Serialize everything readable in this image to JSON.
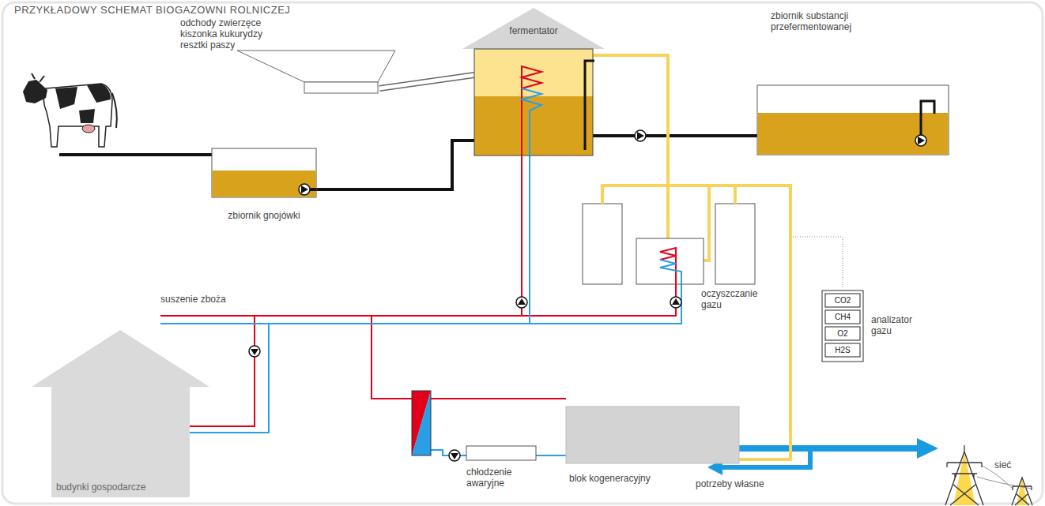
{
  "diagram": {
    "title": "PRZYKŁADOWY SCHEMAT BIOGAZOWNI ROLNICZEJ",
    "nodes": [
      {
        "text": [
          "odchody zwierzęce kiszonka kukurydzy resztki paszy"
        ]
      },
      {
        "text": [
          "fermentator"
        ]
      },
      {
        "text": [
          "zbiornik substancji przefermentowanej"
        ]
      },
      {
        "text": [
          "zbiornik gnojówki"
        ]
      },
      {
        "text": [
          "oczyszczanie gazu"
        ]
      },
      {
        "text": [
          "analizator gazu"
        ]
      },
      {
        "text": [
          "CO2"
        ],
        "in": 5
      },
      {
        "text": [
          "CH4"
        ],
        "in": 5
      },
      {
        "text": [
          "O2"
        ],
        "in": 5
      },
      {
        "text": [
          "H2S"
        ],
        "in": 5
      },
      {
        "text": [
          "budynki gospodarcze"
        ]
      },
      {
        "text": [
          "chłodzenie awaryjne"
        ]
      },
      {
        "text": [
          "blok kogeneracyjny"
        ]
      }
    ],
    "edges": [
      {
        "from": 0,
        "to": 1,
        "arrow": "none"
      },
      {
        "from": 3,
        "to": 1,
        "arrow": "none"
      },
      {
        "from": 1,
        "to": 2,
        "arrow": "none"
      },
      {
        "from": 1,
        "to": 4,
        "arrow": "none"
      },
      {
        "from": 4,
        "to": 12,
        "arrow": "none"
      },
      {
        "from": 11,
        "to": 12,
        "arrow": "none"
      }
    ],
    "labels": [
      "suszenie zboża",
      "sieć",
      "potrzeby własne"
    ]
  }
}
